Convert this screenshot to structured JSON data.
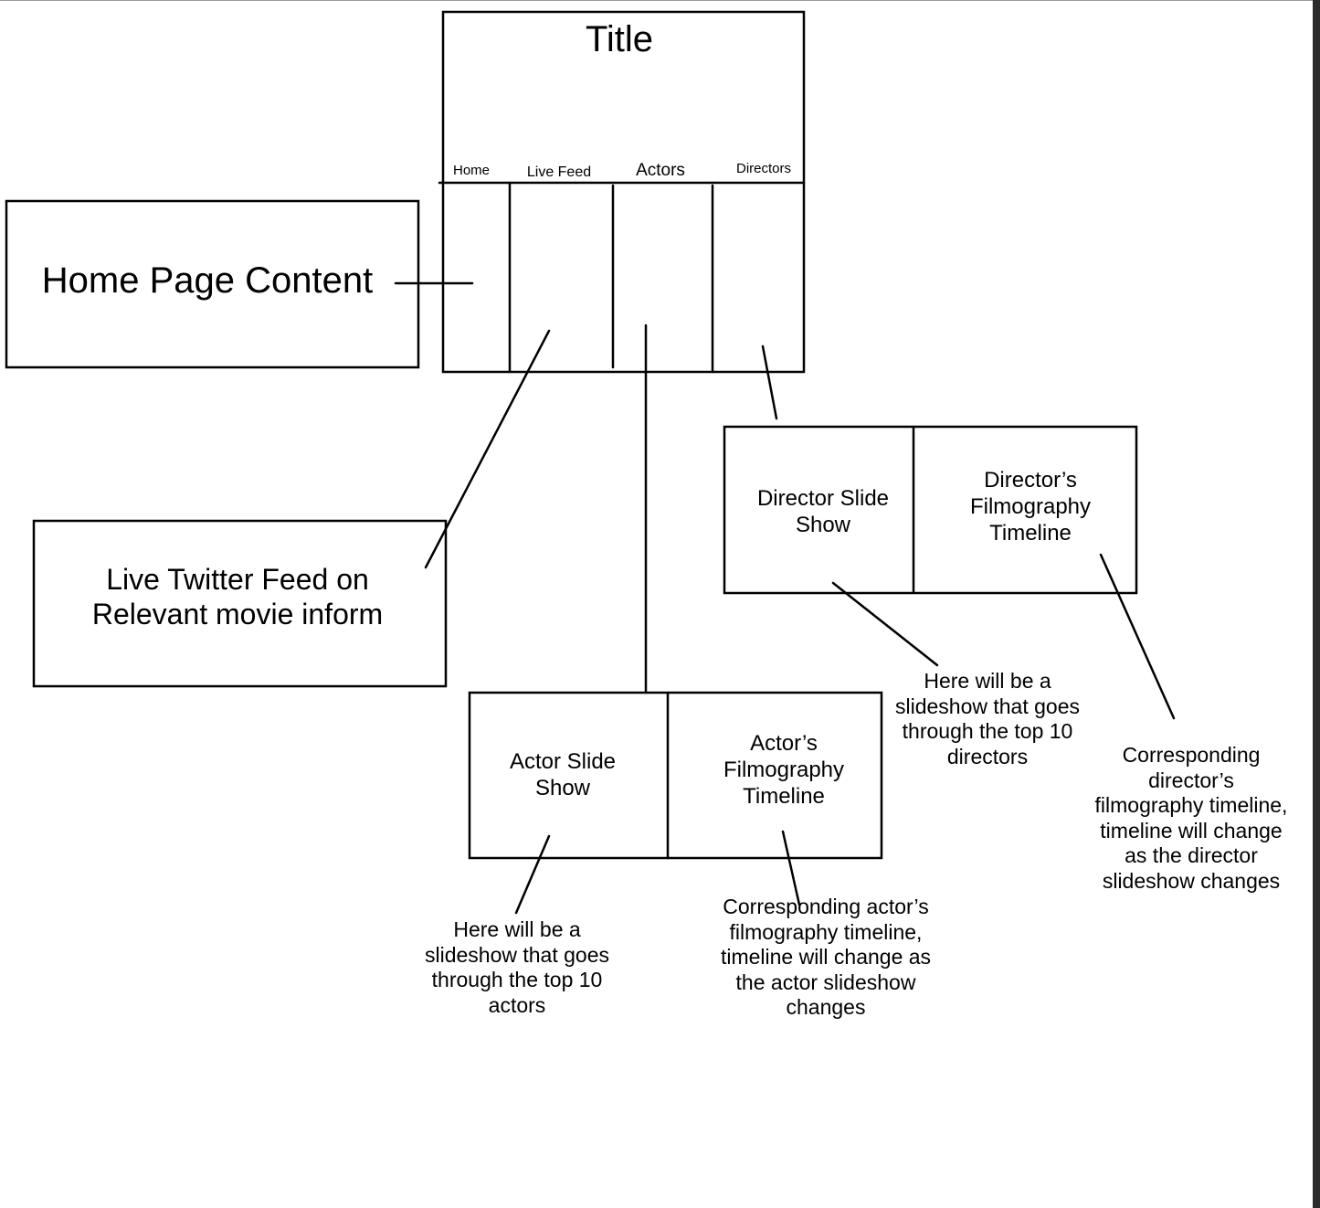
{
  "wireframe": {
    "title": "Title",
    "nav": {
      "home": "Home",
      "live_feed": "Live Feed",
      "actors": "Actors",
      "directors": "Directors"
    }
  },
  "boxes": {
    "home_content": "Home Page Content",
    "twitter_feed": "Live Twitter Feed on\nRelevant movie inform",
    "director_slideshow": "Director Slide\nShow",
    "director_timeline": "Director’s\nFilmography\nTimeline",
    "actor_slideshow": "Actor Slide\nShow",
    "actor_timeline": "Actor’s\nFilmography\nTimeline"
  },
  "notes": {
    "director_slideshow": "Here will be a\nslideshow that goes\nthrough the top 10\ndirectors",
    "director_timeline": "Corresponding\ndirector’s\nfilmography timeline,\ntimeline will change\nas the director\nslideshow changes",
    "actor_slideshow": "Here will be a\nslideshow that goes\nthrough the top 10\nactors",
    "actor_timeline": "Corresponding actor’s\nfilmography timeline,\ntimeline will change as\nthe actor slideshow\nchanges"
  }
}
